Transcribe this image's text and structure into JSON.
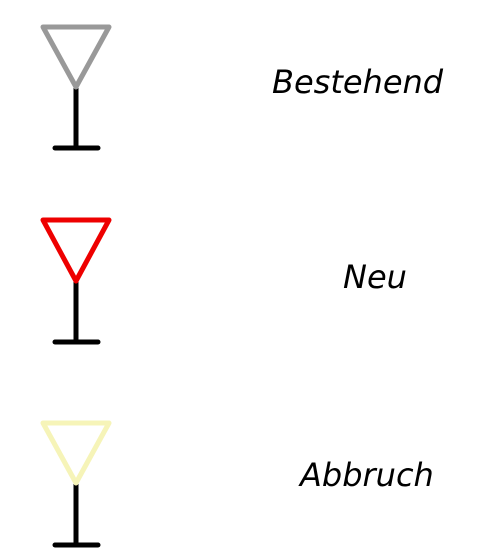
{
  "legend": {
    "items": [
      {
        "label": "Bestehend",
        "color": "#999999",
        "icon": "antenna-mast-icon"
      },
      {
        "label": "Neu",
        "color": "#ee0000",
        "icon": "antenna-mast-icon"
      },
      {
        "label": "Abbruch",
        "color": "#f6f4b8",
        "icon": "antenna-mast-icon"
      }
    ],
    "stem_color": "#000000"
  }
}
